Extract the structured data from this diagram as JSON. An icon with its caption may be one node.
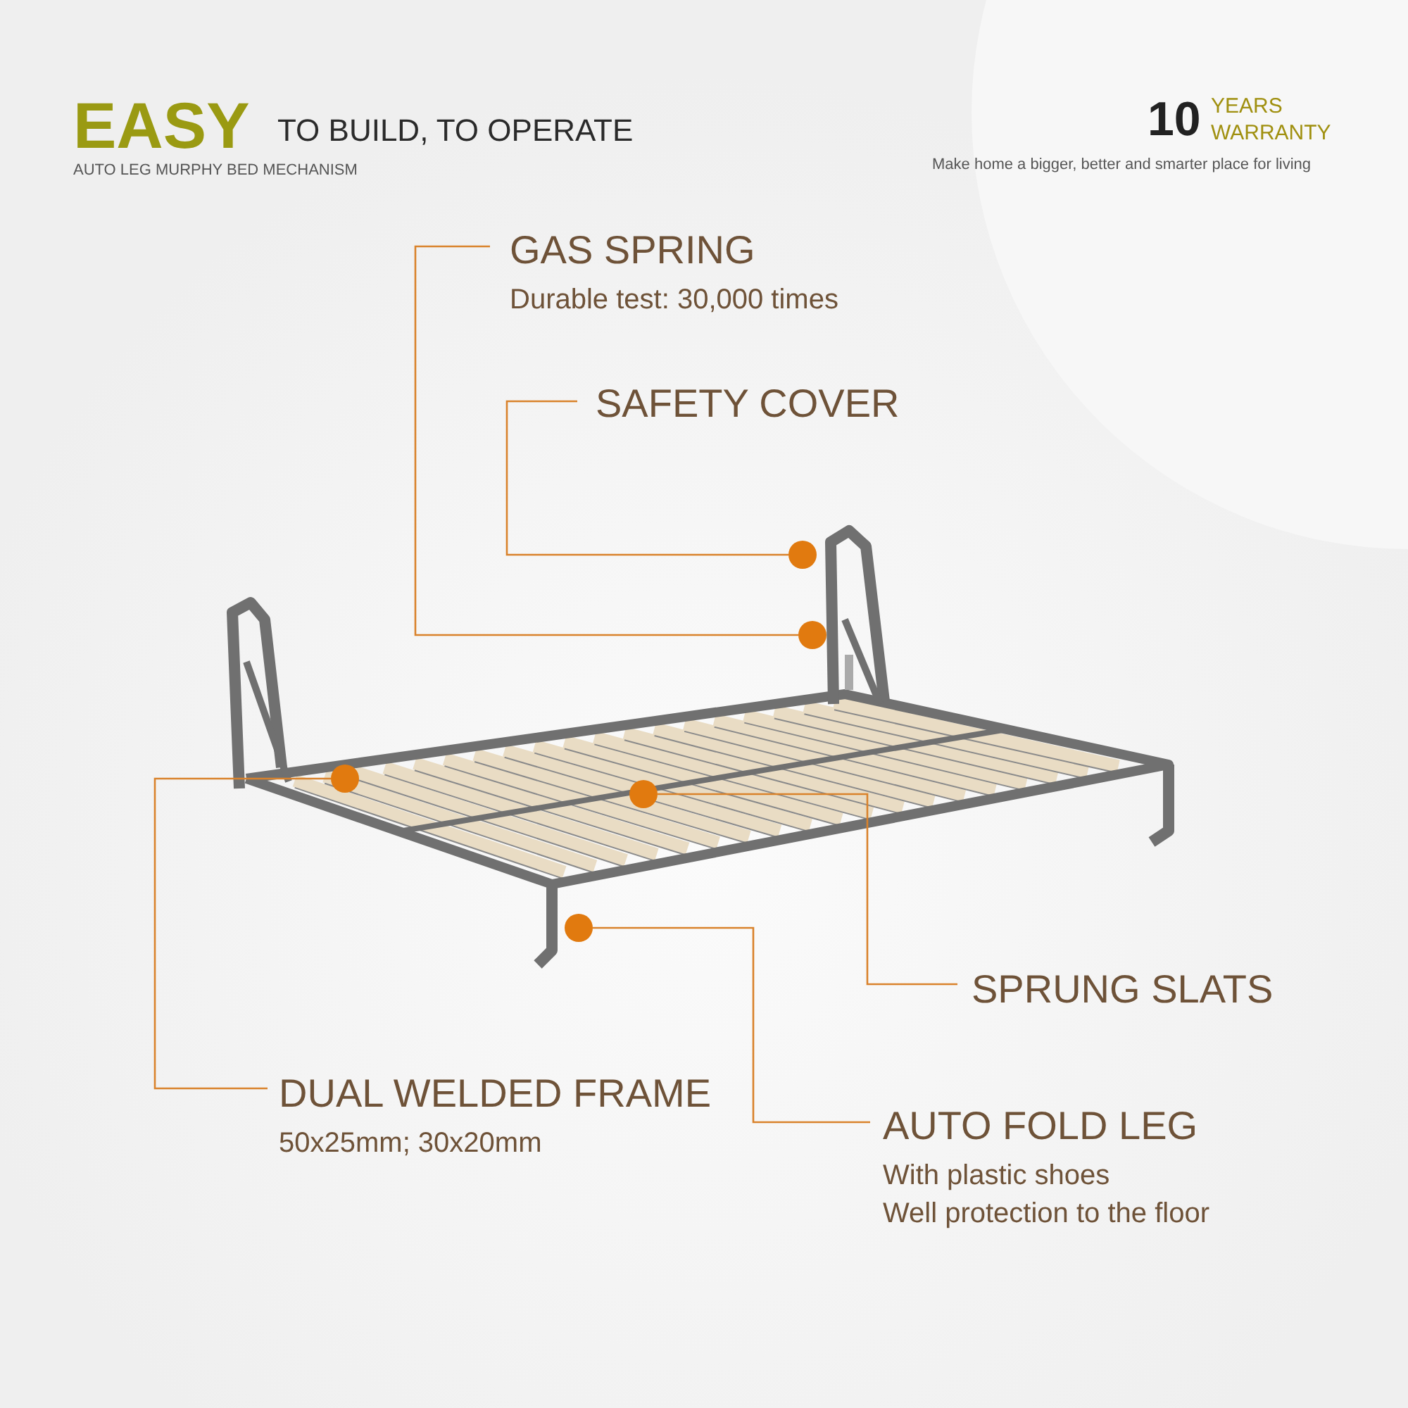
{
  "diagram": {
    "nodes": [
      {
        "text": [
          "GAS SPRING",
          "Durable test: 30,000 times"
        ]
      },
      {
        "text": [
          "SAFETY COVER"
        ]
      },
      {
        "text": [
          "SPRUNG SLATS"
        ]
      },
      {
        "text": [
          "DUAL WELDED FRAME",
          "50x25mm; 30x20mm"
        ]
      },
      {
        "text": [
          "AUTO FOLD LEG",
          "With plastic shoes",
          "Well protection to the floor"
        ]
      },
      {
        "text": [],
        "shape": "circle"
      },
      {
        "text": [],
        "shape": "circle"
      },
      {
        "text": [],
        "shape": "circle"
      },
      {
        "text": [],
        "shape": "circle"
      },
      {
        "text": [],
        "shape": "circle"
      }
    ],
    "edges": [
      {
        "from": 0,
        "to": 9,
        "arrow": "none"
      },
      {
        "from": 1,
        "to": 8,
        "arrow": "none"
      },
      {
        "from": 2,
        "to": 7,
        "arrow": "none"
      },
      {
        "from": 3,
        "to": 5,
        "arrow": "none"
      },
      {
        "from": 4,
        "to": 6,
        "arrow": "none"
      }
    ],
    "labels": [
      "EASY",
      "TO BUILD, TO OPERATE",
      "AUTO LEG MURPHY BED MECHANISM",
      "10",
      "YEARS",
      "WARRANTY",
      "Make home a bigger, better and smarter place for living"
    ]
  }
}
